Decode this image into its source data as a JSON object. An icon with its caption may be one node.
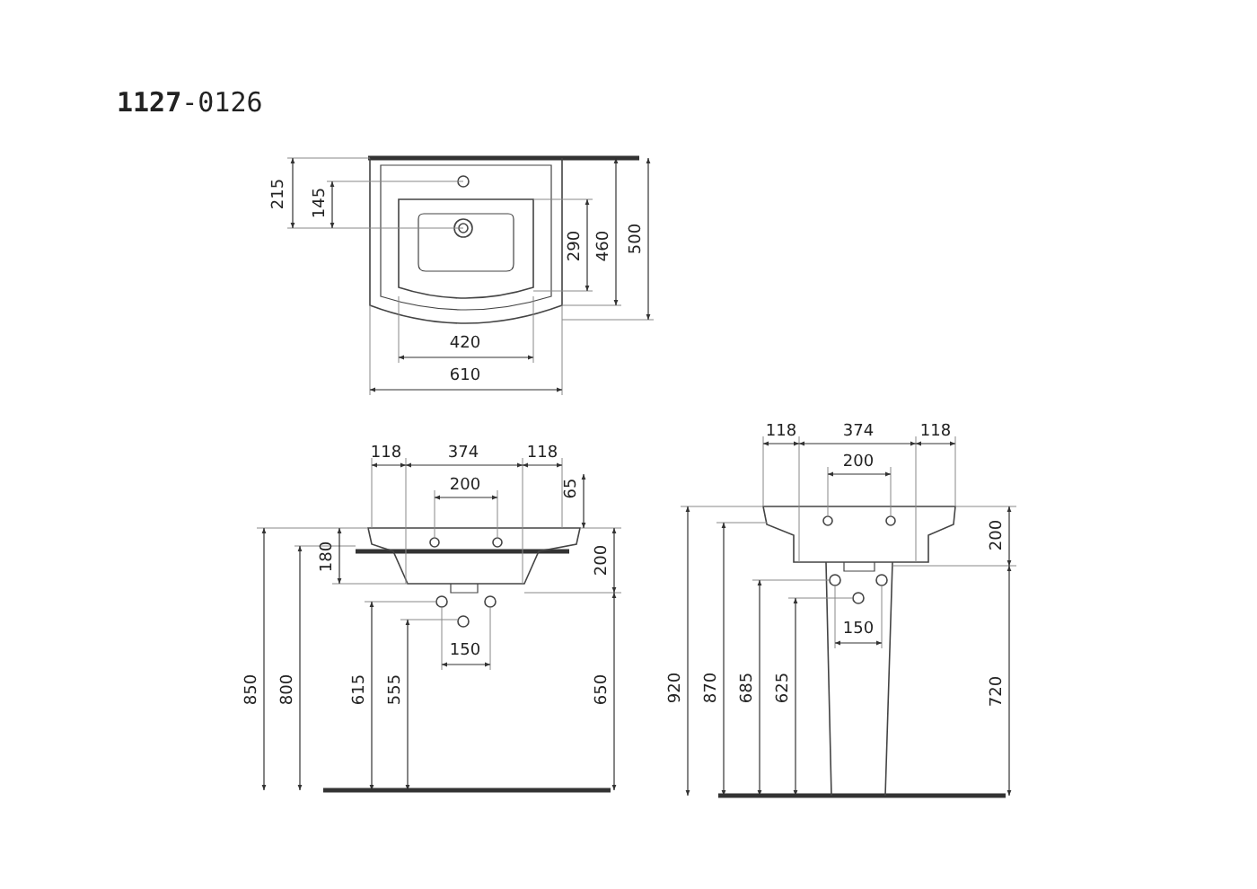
{
  "diagram": {
    "title": "**1127**-0126",
    "labels": [
      "215",
      "145",
      "290",
      "460",
      "500",
      "420",
      "610",
      "118",
      "374",
      "118",
      "200",
      "65",
      "180",
      "200",
      "850",
      "800",
      "615",
      "555",
      "150",
      "650",
      "118",
      "374",
      "118",
      "200",
      "200",
      "920",
      "870",
      "685",
      "625",
      "150",
      "720"
    ]
  }
}
